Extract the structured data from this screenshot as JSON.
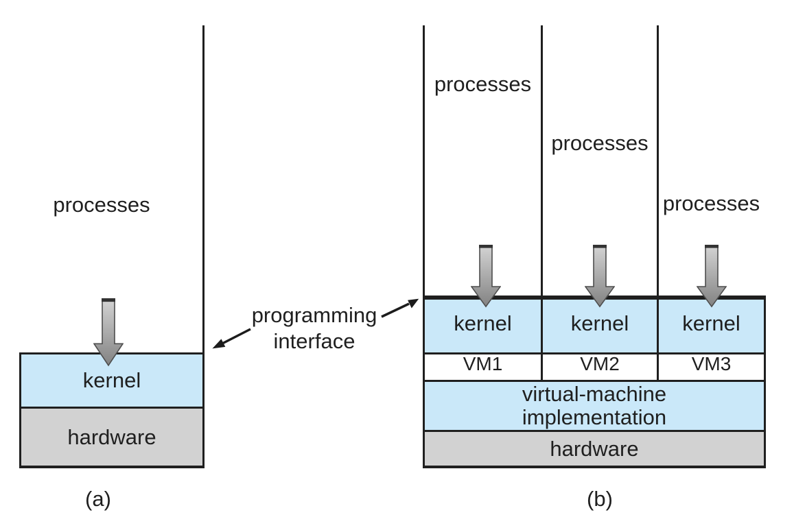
{
  "figure": {
    "panel_a": {
      "processes_label": "processes",
      "kernel_label": "kernel",
      "hardware_label": "hardware",
      "caption": "(a)"
    },
    "annotation": {
      "line1": "programming",
      "line2": "interface"
    },
    "panel_b": {
      "columns": [
        {
          "processes_label": "processes",
          "kernel_label": "kernel",
          "vm_label": "VM1"
        },
        {
          "processes_label": "processes",
          "kernel_label": "kernel",
          "vm_label": "VM2"
        },
        {
          "processes_label": "processes",
          "kernel_label": "kernel",
          "vm_label": "VM3"
        }
      ],
      "vm_impl_line1": "virtual-machine",
      "vm_impl_line2": "implementation",
      "hardware_label": "hardware",
      "caption": "(b)"
    },
    "icons": {
      "down_arrow": "down-arrow-icon",
      "annotation_arrow": "pointer-arrow-icon"
    },
    "colors": {
      "layer_blue": "#cae8f9",
      "layer_gray": "#d2d2d2",
      "line": "#1f1f1f",
      "arrow_top": "#d3d3d3",
      "arrow_bottom": "#828282"
    }
  }
}
